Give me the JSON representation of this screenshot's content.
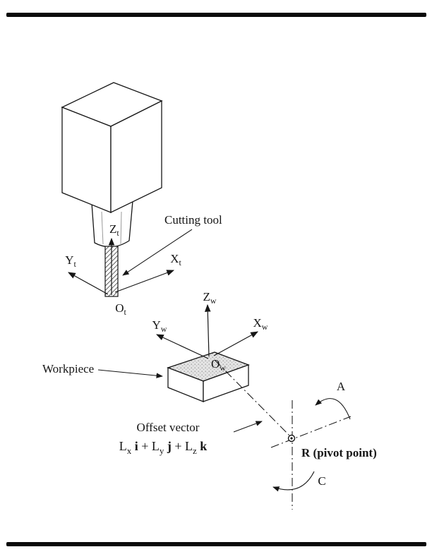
{
  "colors": {
    "ink": "#161616",
    "paper": "#ffffff"
  },
  "labels": {
    "cutting_tool": "Cutting tool",
    "workpiece": "Workpiece",
    "offset_vector": "Offset vector",
    "pivot_point": "R (pivot point)",
    "axis_a": "A",
    "axis_c": "C"
  },
  "tool_frame": {
    "z_main": "Z",
    "z_sub": "t",
    "y_main": "Y",
    "y_sub": "t",
    "x_main": "X",
    "x_sub": "t",
    "o_main": "O",
    "o_sub": "t"
  },
  "work_frame": {
    "z_main": "Z",
    "z_sub": "w",
    "y_main": "Y",
    "y_sub": "w",
    "x_main": "X",
    "x_sub": "w",
    "o_main": "O",
    "o_sub": "w"
  },
  "offset_formula": {
    "l1": "L",
    "s1": "x",
    "v1": " i ",
    "plus1": "+ L",
    "s2": "y",
    "v2": " j ",
    "plus2": "+ L",
    "s3": "z",
    "v3": " k"
  }
}
